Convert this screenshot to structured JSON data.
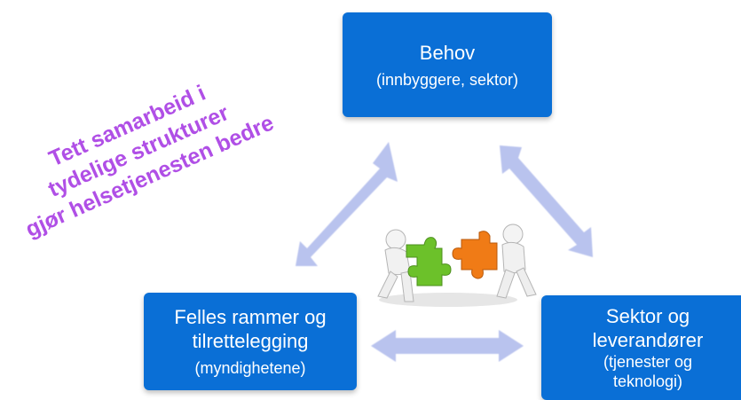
{
  "boxes": {
    "top": {
      "title": "Behov",
      "subtitle": "(innbyggere, sektor)"
    },
    "left": {
      "title_line1": "Felles rammer og",
      "title_line2": "tilrettelegging",
      "subtitle": "(myndighetene)"
    },
    "right": {
      "title_line1": "Sektor og",
      "title_line2": "leverandører",
      "subtitle_line1": "(tjenester og",
      "subtitle_line2": "teknologi)"
    }
  },
  "slogan": {
    "line1": "Tett samarbeid i",
    "line2": "tydelige strukturer",
    "line3": "gjør helsetjenesten bedre"
  },
  "colors": {
    "box": "#0a6fd6",
    "arrow": "#b9c3ee",
    "slogan": "#b04fe6",
    "puzzle_green": "#6cc12a",
    "puzzle_orange": "#f07b16"
  },
  "icons": [
    "double-arrow-icon",
    "puzzle-people-illustration"
  ]
}
